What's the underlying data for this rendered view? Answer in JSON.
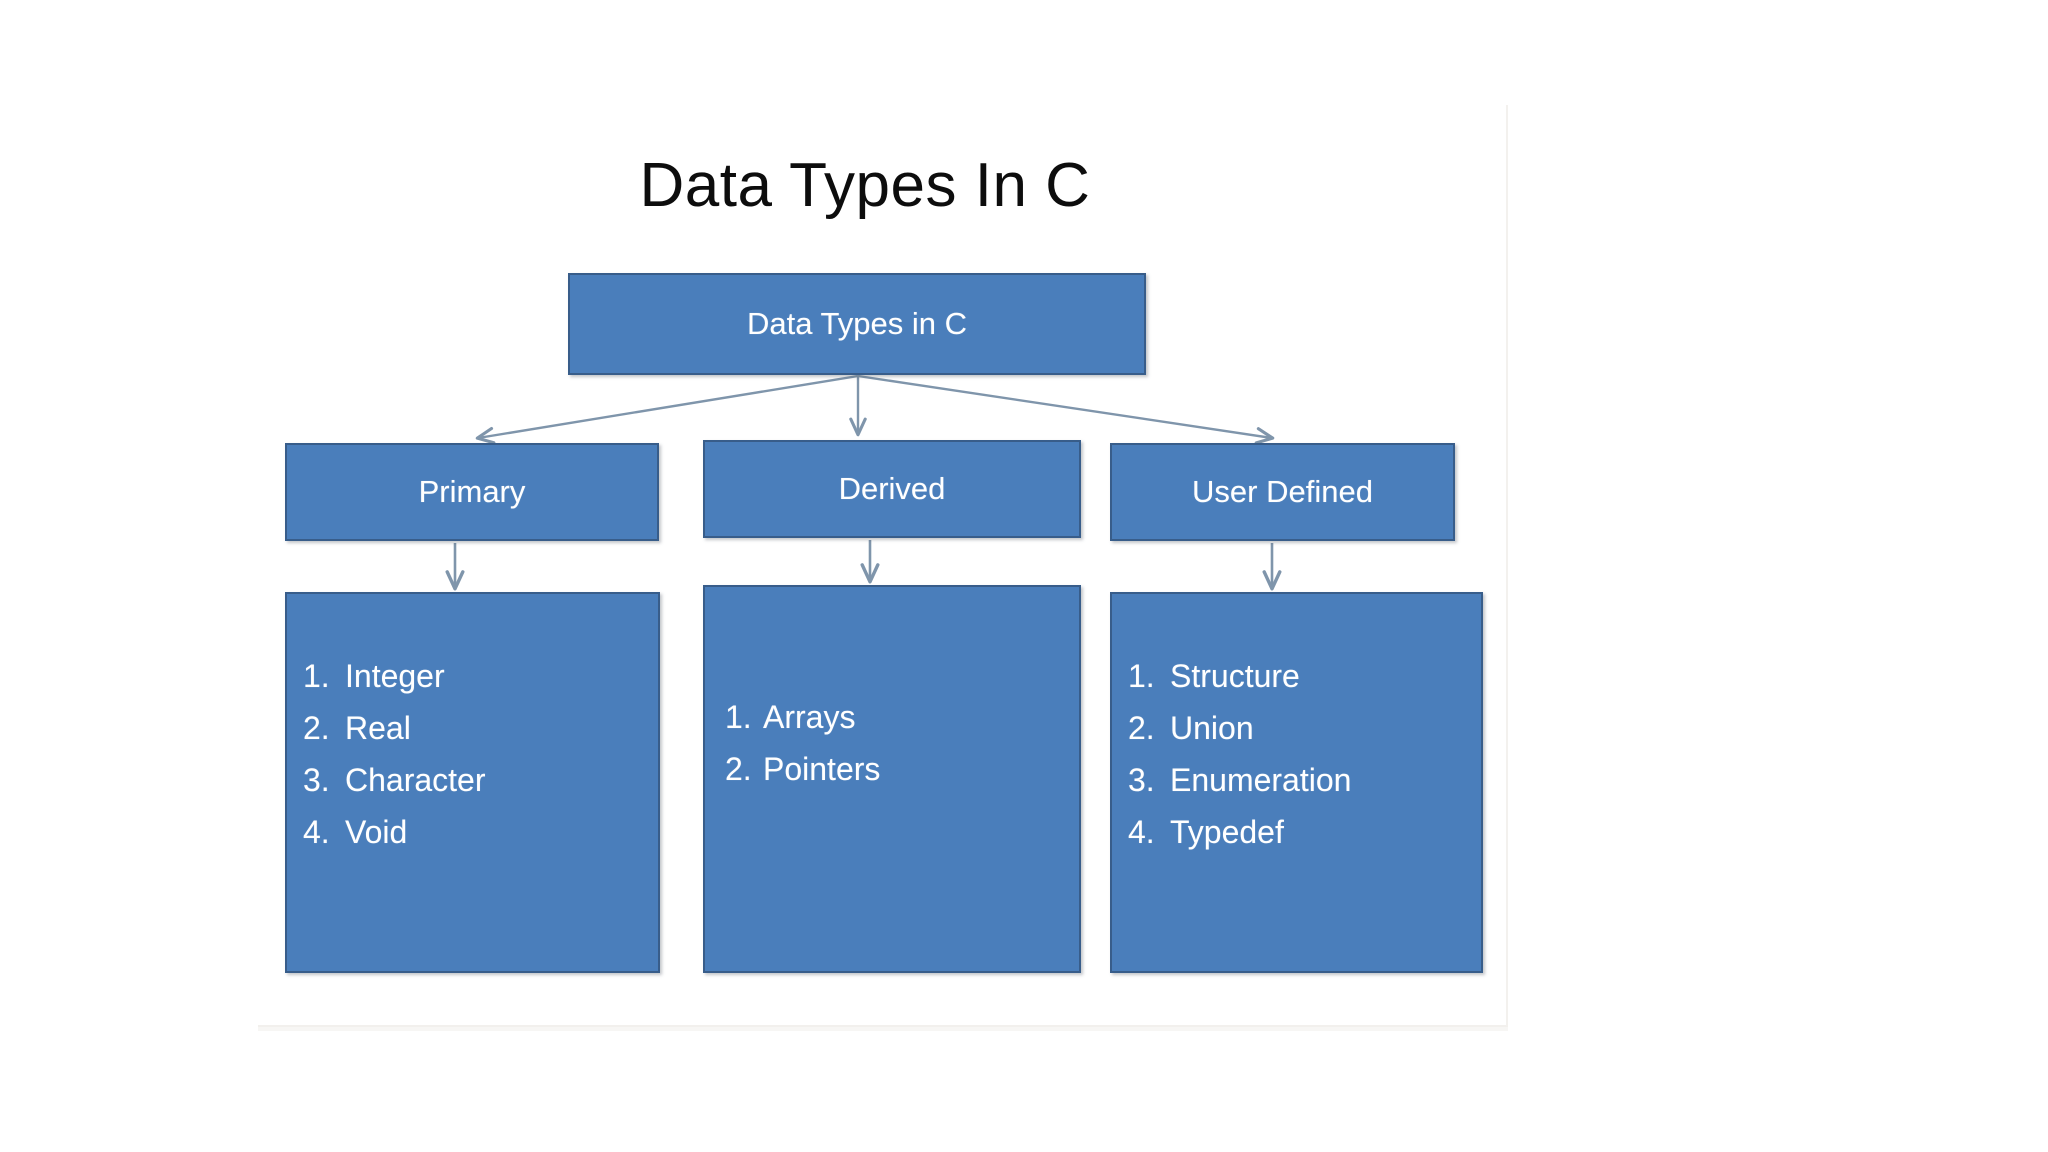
{
  "slide": {
    "title": "Data Types In C"
  },
  "diagram": {
    "root": {
      "label": "Data Types in C"
    },
    "categories": [
      {
        "label": "Primary"
      },
      {
        "label": "Derived"
      },
      {
        "label": "User Defined"
      }
    ],
    "lists": [
      {
        "owner": "Primary",
        "items": [
          {
            "num": "1.",
            "text": "Integer"
          },
          {
            "num": "2.",
            "text": "Real"
          },
          {
            "num": "3.",
            "text": "Character"
          },
          {
            "num": "4.",
            "text": "Void"
          }
        ]
      },
      {
        "owner": "Derived",
        "items": [
          {
            "num": "1.",
            "text": "Arrays"
          },
          {
            "num": "2.",
            "text": "Pointers"
          }
        ]
      },
      {
        "owner": "User Defined",
        "items": [
          {
            "num": "1.",
            "text": "Structure"
          },
          {
            "num": "2.",
            "text": "Union"
          },
          {
            "num": "3.",
            "text": "Enumeration"
          },
          {
            "num": "4.",
            "text": "Typedef"
          }
        ]
      }
    ]
  },
  "colors": {
    "node_fill": "#4a7ebb",
    "node_border": "#385d8a",
    "node_text": "#ffffff",
    "title_text": "#0d0d0d",
    "connector": "#7f95ab",
    "background": "#ffffff"
  }
}
